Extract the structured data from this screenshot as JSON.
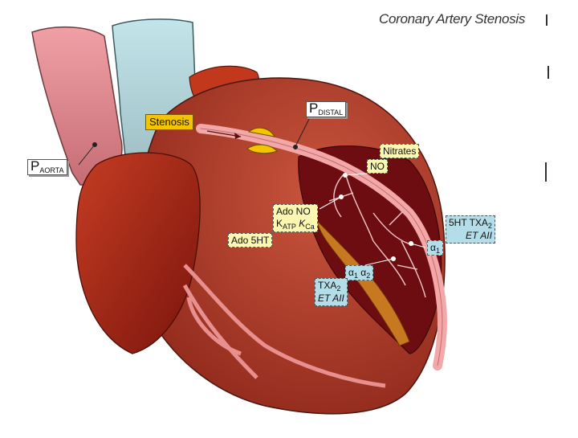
{
  "title": "Coronary Artery Stenosis",
  "labels": {
    "p_aorta": {
      "main": "P",
      "sub": "AORTA"
    },
    "p_distal": {
      "main": "P",
      "sub": "DISTAL"
    },
    "stenosis": "Stenosis",
    "nitrates": "Nitrates",
    "no": "NO",
    "ado_no": "Ado NO",
    "k_atp": {
      "main": "K",
      "sub": "ATP"
    },
    "k_ca": {
      "main": "K",
      "sub": "Ca"
    },
    "ado_5ht": "Ado 5HT",
    "alpha1": {
      "main": "α",
      "sub": "1"
    },
    "alpha12": {
      "a": "α",
      "s1": "1",
      "b": "α",
      "s2": "2"
    },
    "txa2_et": {
      "line1": "TXA",
      "line1_sub": "2",
      "line2": "ET AII"
    },
    "ht_txa2": {
      "line1": "5HT TXA",
      "line1_sub": "2",
      "line2": "ET AII"
    }
  },
  "colors": {
    "aorta": "#e88a8f",
    "pulmonary": "#b9dde2",
    "heart": "#b8432f",
    "heart_dark": "#8e1d17",
    "artery": "#f2a7a8",
    "myocardium_section": "#7a0f12",
    "stenosis": "#f5c400"
  }
}
